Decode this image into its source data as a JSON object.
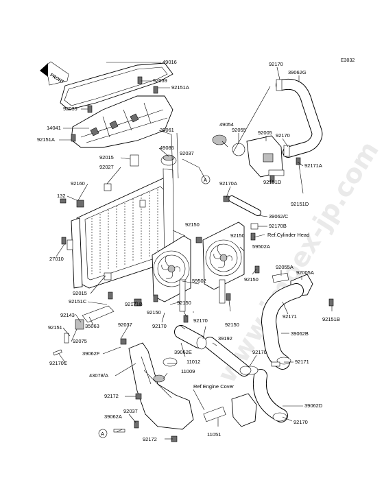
{
  "diagram_code": "E3032",
  "front_marker": "FRONT",
  "watermark": "www.impex-jp.com",
  "circle_ref": "A",
  "labels": {
    "p49016": "49016",
    "p92039a": "92039",
    "p92151a_top": "92151A",
    "p92039b": "92039",
    "p14041": "14041",
    "p92151a_left": "92151A",
    "p39061": "39061",
    "p49085": "49085",
    "p92037_top": "92037",
    "p92015_top": "92015",
    "p92027": "92027",
    "p92160": "92160",
    "p132": "132",
    "p27010": "27010",
    "p92015_low": "92015",
    "p92151c": "92151C",
    "p92143": "92143",
    "p35063": "35063",
    "p92151": "92151",
    "p92075": "92075",
    "p92170c": "92170C",
    "p92037_mid": "92037",
    "p39062f": "39062F",
    "p43078a": "43078/A",
    "p92172_a": "92172",
    "p92037_low": "92037",
    "p39062a": "39062A",
    "p92172_b": "92172",
    "p92171b": "92171B",
    "p92150_a": "92150",
    "p92150_b": "92150",
    "p92150_c": "92150",
    "p92150_d": "92150",
    "p92150_e": "92150",
    "p92150_f": "92150",
    "p59502": "59502",
    "p59502a": "59502A",
    "p92170_a": "92170",
    "p39062e": "39062E",
    "p92170_b": "92170",
    "p39192": "39192",
    "p11012": "11012",
    "p11009": "11009",
    "p11051": "11051",
    "p49054": "49054",
    "p92055": "92055",
    "p92005": "92005",
    "p92170_top": "92170",
    "p39062g": "39062G",
    "p92170_right": "92170",
    "p92171a": "92171A",
    "p92151d_a": "92151D",
    "p92151d_b": "92151D",
    "p92170a": "92170A",
    "p39062c": "39062/C",
    "p92170b": "92170B",
    "p92055a": "92055A",
    "p92005a": "92005A",
    "p92171_a": "92171",
    "p92151b": "92151B",
    "p39062b": "39062B",
    "p92170_c": "92170",
    "p92171_b": "92171",
    "p39062d": "39062D",
    "p92170_d": "92170"
  },
  "refs": {
    "cylinder_head": "Ref.Cylinder Head",
    "engine_cover": "Ref.Engine Cover"
  }
}
